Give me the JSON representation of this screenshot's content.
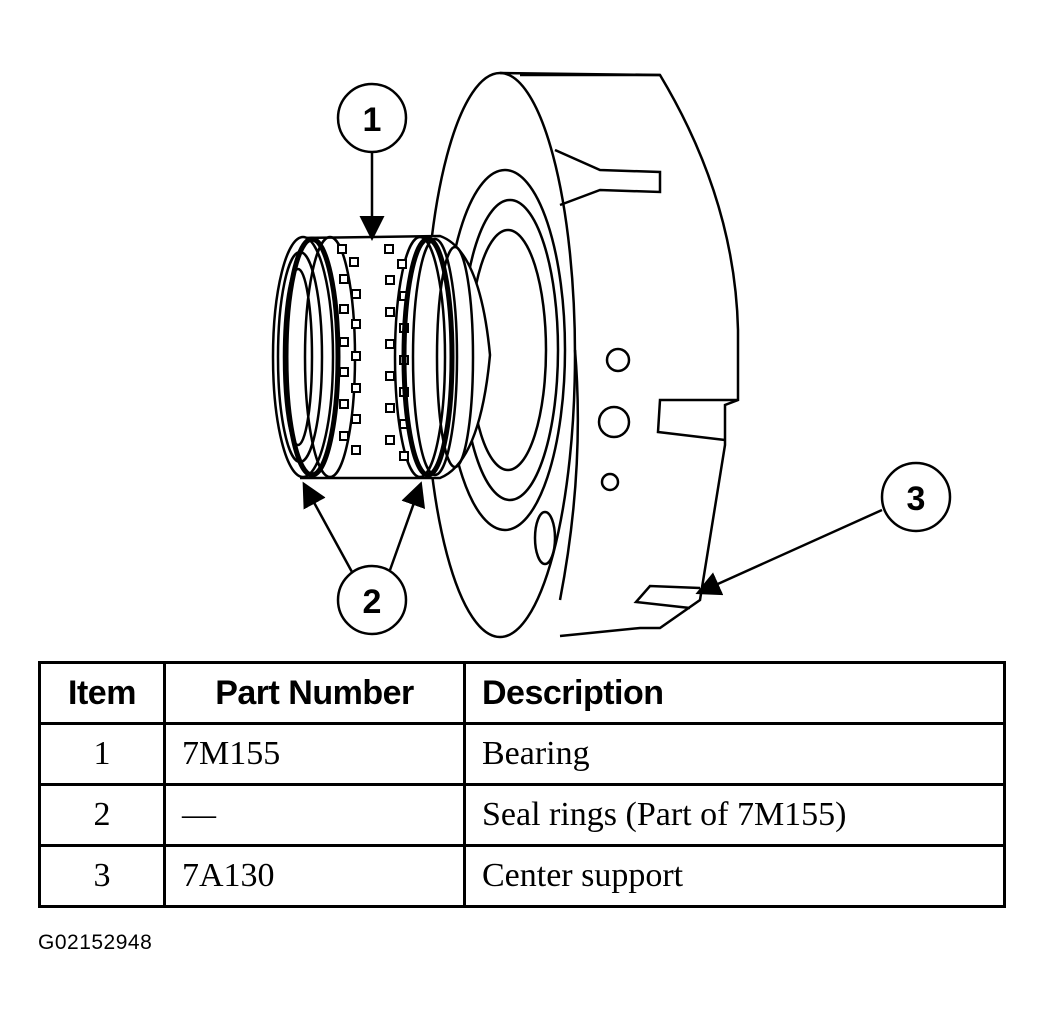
{
  "callouts": [
    {
      "id": "callout-1",
      "label": "1"
    },
    {
      "id": "callout-2",
      "label": "2"
    },
    {
      "id": "callout-3",
      "label": "3"
    }
  ],
  "table": {
    "headers": [
      "Item",
      "Part Number",
      "Description"
    ],
    "rows": [
      {
        "item": "1",
        "part_number": "7M155",
        "description": "Bearing"
      },
      {
        "item": "2",
        "part_number": "—",
        "description": "Seal rings (Part of 7M155)"
      },
      {
        "item": "3",
        "part_number": "7A130",
        "description": "Center support"
      }
    ]
  },
  "figure_id": "G02152948"
}
